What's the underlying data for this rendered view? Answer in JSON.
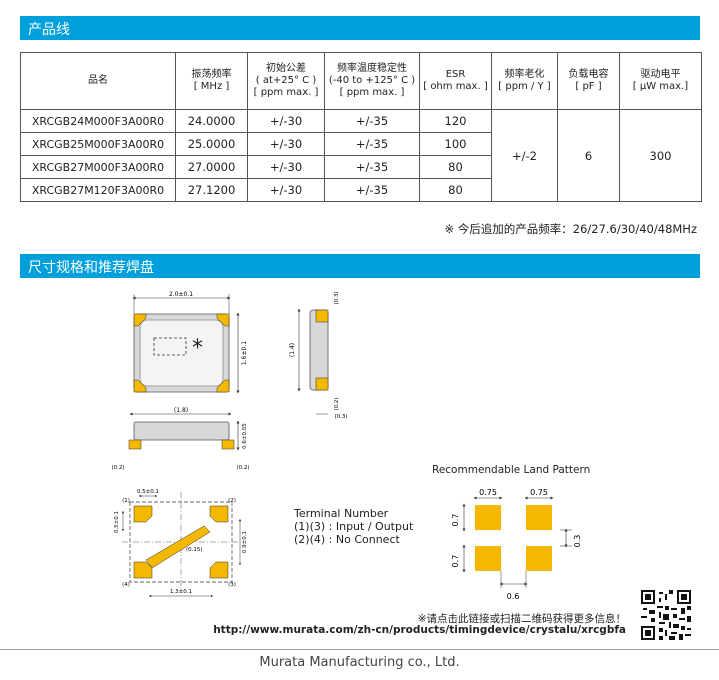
{
  "sections": {
    "products_title": "产品线",
    "dimensions_title": "尺寸规格和推荐焊盘"
  },
  "table": {
    "headers": [
      {
        "lines": [
          "品名"
        ]
      },
      {
        "lines": [
          "振荡频率",
          "[ MHz ]"
        ]
      },
      {
        "lines": [
          "初始公差",
          "( at+25° C )",
          "[ ppm max. ]"
        ]
      },
      {
        "lines": [
          "频率温度稳定性",
          "(-40 to +125° C )",
          "[ ppm max. ]"
        ]
      },
      {
        "lines": [
          "ESR",
          "[ ohm max. ]"
        ]
      },
      {
        "lines": [
          "频率老化",
          "[ ppm / Y ]"
        ]
      },
      {
        "lines": [
          "负载电容",
          "[ pF ]"
        ]
      },
      {
        "lines": [
          "驱动电平",
          "[ μW  max.]"
        ]
      }
    ],
    "rows": [
      [
        "XRCGB24M000F3A00R0",
        "24.0000",
        "+/-30",
        "+/-35",
        "120"
      ],
      [
        "XRCGB25M000F3A00R0",
        "25.0000",
        "+/-30",
        "+/-35",
        "100"
      ],
      [
        "XRCGB27M000F3A00R0",
        "27.0000",
        "+/-30",
        "+/-35",
        "80"
      ],
      [
        "XRCGB27M120F3A00R0",
        "27.1200",
        "+/-30",
        "+/-35",
        "80"
      ]
    ],
    "shared": {
      "aging": "+/-2",
      "load_cap": "6",
      "drive_level": "300"
    }
  },
  "footnote": "※ 今后追加的产品频率：26/27.6/30/40/48MHz",
  "drawing": {
    "dim_top_width": "2.0±0.1",
    "dim_side_height": "1.6±0.1",
    "dim_side_14": "(1.4)",
    "dim_side_03a": "(0.3)",
    "dim_side_02": "(0.2)",
    "dim_side_03b": "(0.3)",
    "dim_front_18": "(1.8)",
    "dim_front_height": "0.6±0.05",
    "dim_front_02a": "(0.2)",
    "dim_front_02b": "(0.2)",
    "dim_bottom_05": "0.5±0.1",
    "dim_bottom_05v": "0.5±0.1",
    "dim_bottom_015": "(0.15)",
    "dim_bottom_09": "0.9±0.1",
    "dim_bottom_13": "1.3±0.1",
    "pin1": "(1)",
    "pin2": "(2)",
    "pin3": "(3)",
    "pin4": "(4)"
  },
  "terminal": {
    "title": "Terminal Number",
    "line1": "(1)(3) : Input / Output",
    "line2": "(2)(4) : No Connect"
  },
  "land": {
    "title": "Recommendable Land Pattern",
    "w1": "0.75",
    "w2": "0.75",
    "h1": "0.7",
    "h2": "0.7",
    "gap_v": "0.3",
    "gap_h": "0.6"
  },
  "qr": {
    "note": "※请点击此链接或扫描二维码获得更多信息！",
    "url": "http://www.murata.com/zh-cn/products/timingdevice/crystalu/xrcgbfa"
  },
  "footer": "Murata Manufacturing co., Ltd.",
  "colors": {
    "accent": "#00a0dc",
    "pad": "#f5b800",
    "body": "#d8d8d8"
  }
}
